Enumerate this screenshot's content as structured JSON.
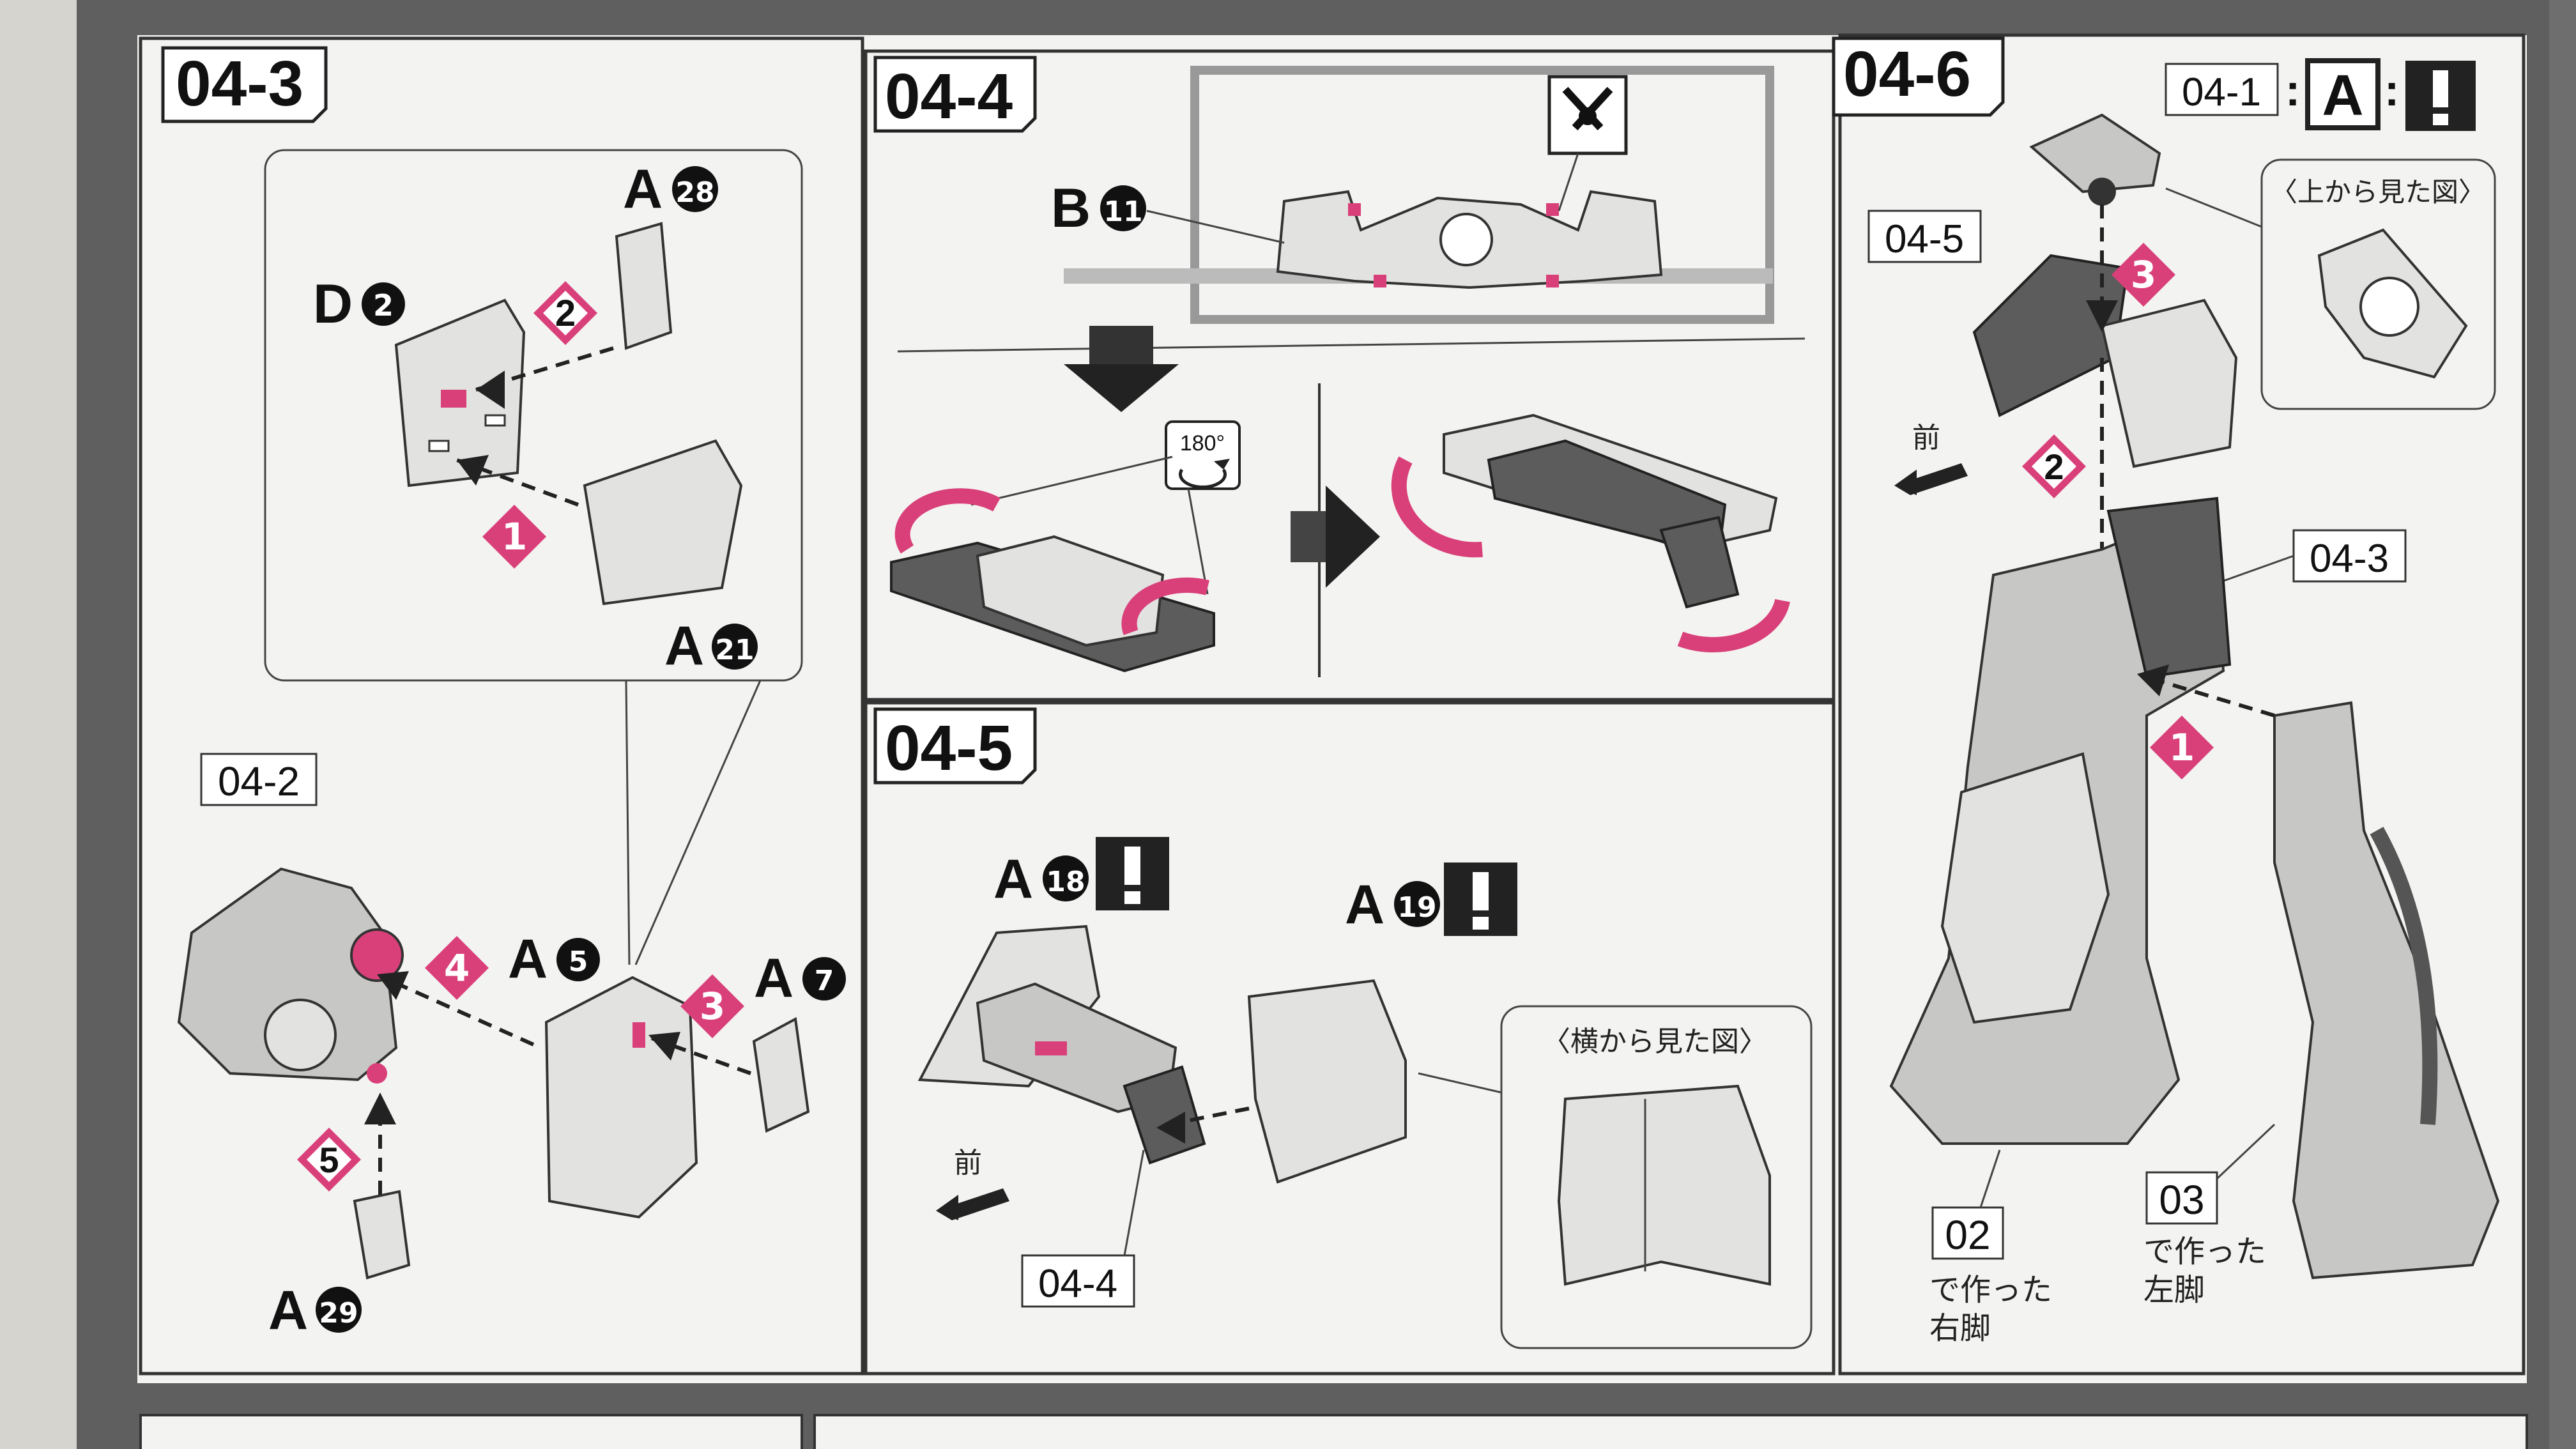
{
  "sections": {
    "s1": "04-3",
    "s2": "04-4",
    "s3": "04-5",
    "s4": "04-6"
  },
  "parts": {
    "a28": {
      "runner": "A",
      "num": "28"
    },
    "d2": {
      "runner": "D",
      "num": "2"
    },
    "a21": {
      "runner": "A",
      "num": "21"
    },
    "a5": {
      "runner": "A",
      "num": "5"
    },
    "a7": {
      "runner": "A",
      "num": "7"
    },
    "a29": {
      "runner": "A",
      "num": "29"
    },
    "b11": {
      "runner": "B",
      "num": "11"
    },
    "a18": {
      "runner": "A",
      "num": "18"
    },
    "a19": {
      "runner": "A",
      "num": "19"
    }
  },
  "steps": {
    "s1_1": "1",
    "s1_2": "2",
    "s1_3": "3",
    "s1_4": "4",
    "s1_5": "5",
    "s4_1": "1",
    "s4_2": "2",
    "s4_3": "3"
  },
  "refs": {
    "r_042": "04-2",
    "r_044": "04-4",
    "r_045": "04-5",
    "r_043": "04-3",
    "r_041": "04-1",
    "r_a": "A",
    "colon": ":",
    "r_02": "02",
    "r_03": "03"
  },
  "captions": {
    "rotate_deg": "180°",
    "front": "前",
    "side_view": "〈横から見た図〉",
    "top_view": "〈上から見た図〉",
    "made_in_a": "で作った",
    "right_leg": "右脚",
    "made_in_b": "で作った",
    "left_leg": "左脚",
    "front2": "前"
  },
  "icons": [
    "caution-icon",
    "nipper-icon",
    "rotate-180-icon"
  ],
  "colors": {
    "accent": "#d9407a",
    "panel": "#f3f3f1",
    "border": "#6e6e6e",
    "ink": "#222222"
  }
}
